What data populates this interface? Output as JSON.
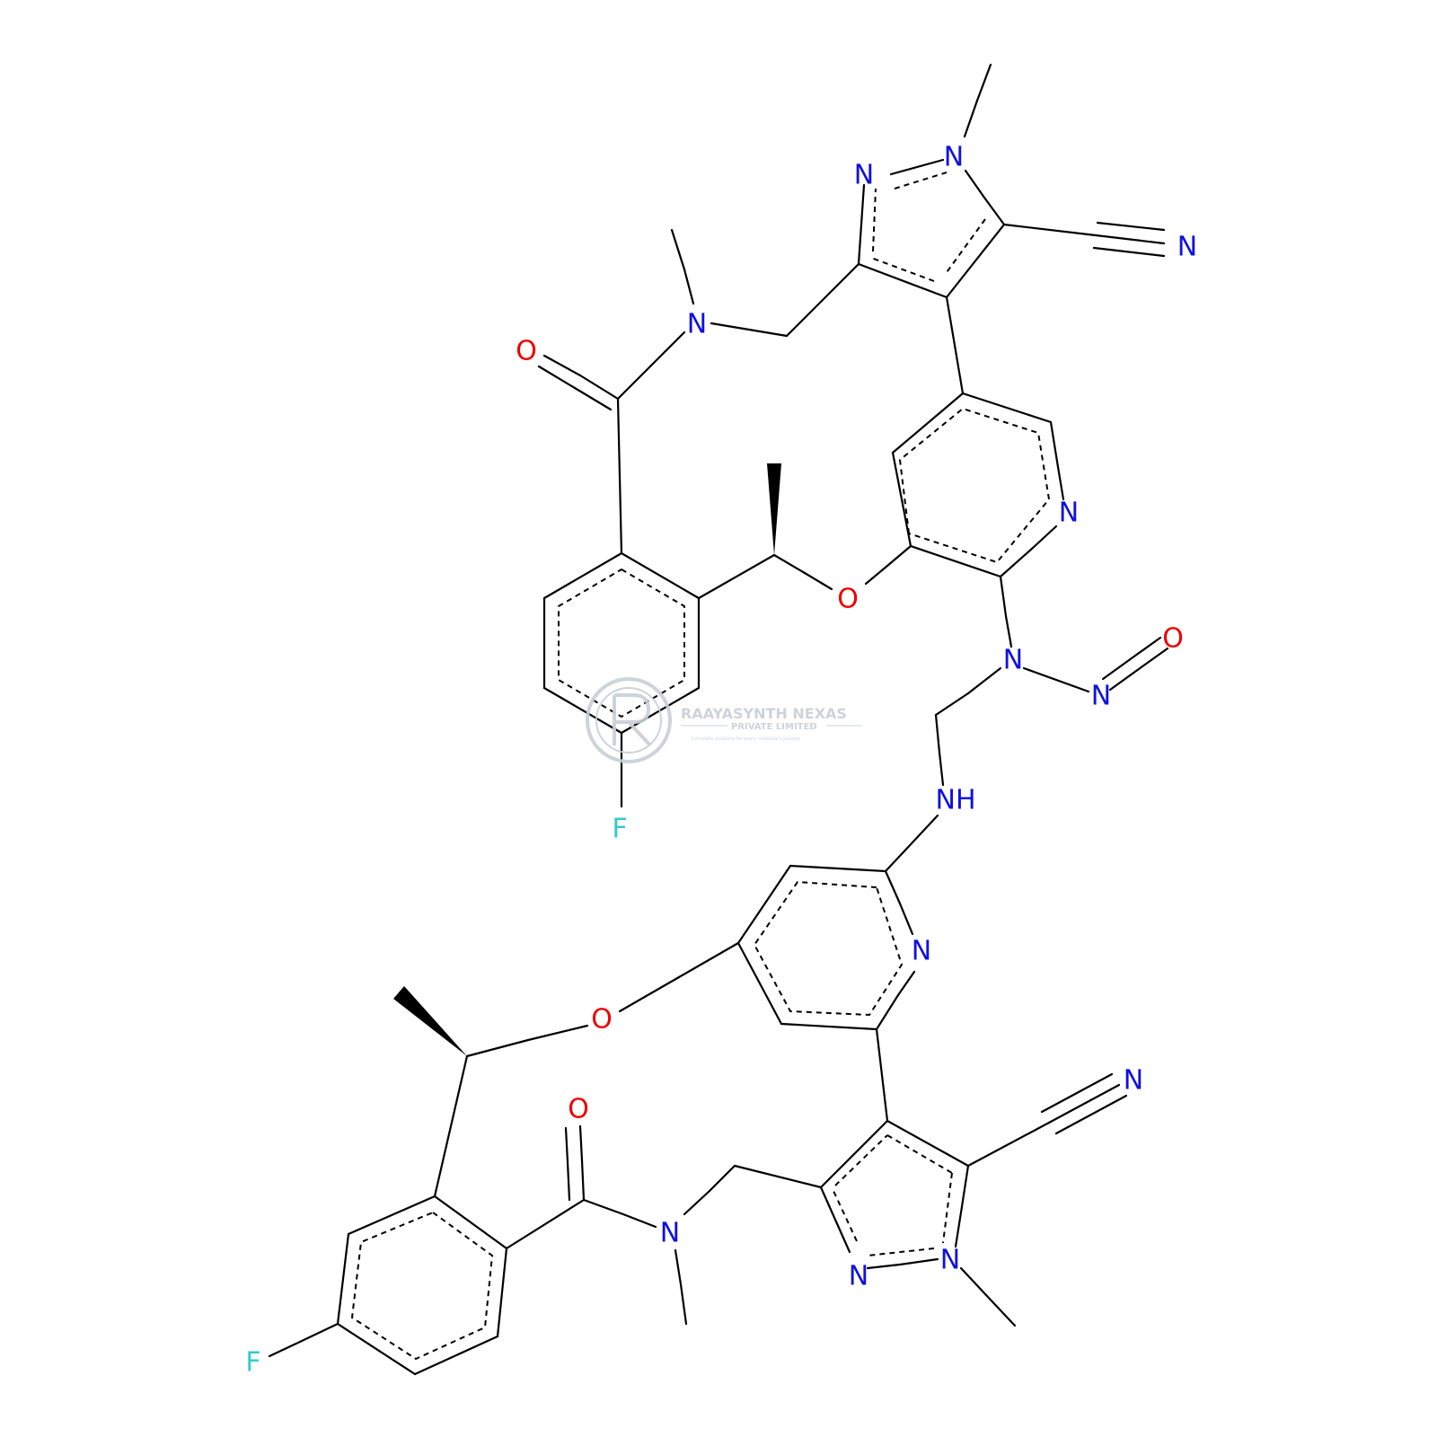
{
  "colors": {
    "carbon_bond": "#000000",
    "nitrogen": "#1010e0",
    "oxygen": "#ee0000",
    "fluorine": "#33cccc",
    "watermark": "#c9cfd6"
  },
  "watermark": {
    "company": "RAAYASYNTH NEXAS",
    "subtitle": "PRIVATE LIMITED",
    "tagline": "Complete solutions for every molecule's journey",
    "logo_icon": "raayasynth-logo-icon"
  },
  "atoms": [
    {
      "id": "n_methyl_top",
      "label": "N",
      "element": "N"
    },
    {
      "id": "n_pyrazole_top_left",
      "label": "N",
      "element": "N"
    },
    {
      "id": "n_nitrile_top",
      "label": "N",
      "element": "N"
    },
    {
      "id": "n_amide_top",
      "label": "N",
      "element": "N"
    },
    {
      "id": "o_carbonyl_top",
      "label": "O",
      "element": "O"
    },
    {
      "id": "n_pyridine_top",
      "label": "N",
      "element": "N"
    },
    {
      "id": "o_ether_top",
      "label": "O",
      "element": "O"
    },
    {
      "id": "n_nitrosamine",
      "label": "N",
      "element": "N"
    },
    {
      "id": "o_nitroso",
      "label": "O",
      "element": "O"
    },
    {
      "id": "n_nitroso",
      "label": "N",
      "element": "N"
    },
    {
      "id": "f_top",
      "label": "F",
      "element": "F"
    },
    {
      "id": "nh_linker",
      "label": "NH",
      "element": "N"
    },
    {
      "id": "n_pyridine_bottom",
      "label": "N",
      "element": "N"
    },
    {
      "id": "o_ether_bottom",
      "label": "O",
      "element": "O"
    },
    {
      "id": "n_nitrile_bottom",
      "label": "N",
      "element": "N"
    },
    {
      "id": "o_carbonyl_bottom",
      "label": "O",
      "element": "O"
    },
    {
      "id": "n_amide_bottom",
      "label": "N",
      "element": "N"
    },
    {
      "id": "n_pyrazole_bottom_left",
      "label": "N",
      "element": "N"
    },
    {
      "id": "n_methyl_bottom",
      "label": "N",
      "element": "N"
    },
    {
      "id": "f_bottom",
      "label": "F",
      "element": "F"
    }
  ]
}
